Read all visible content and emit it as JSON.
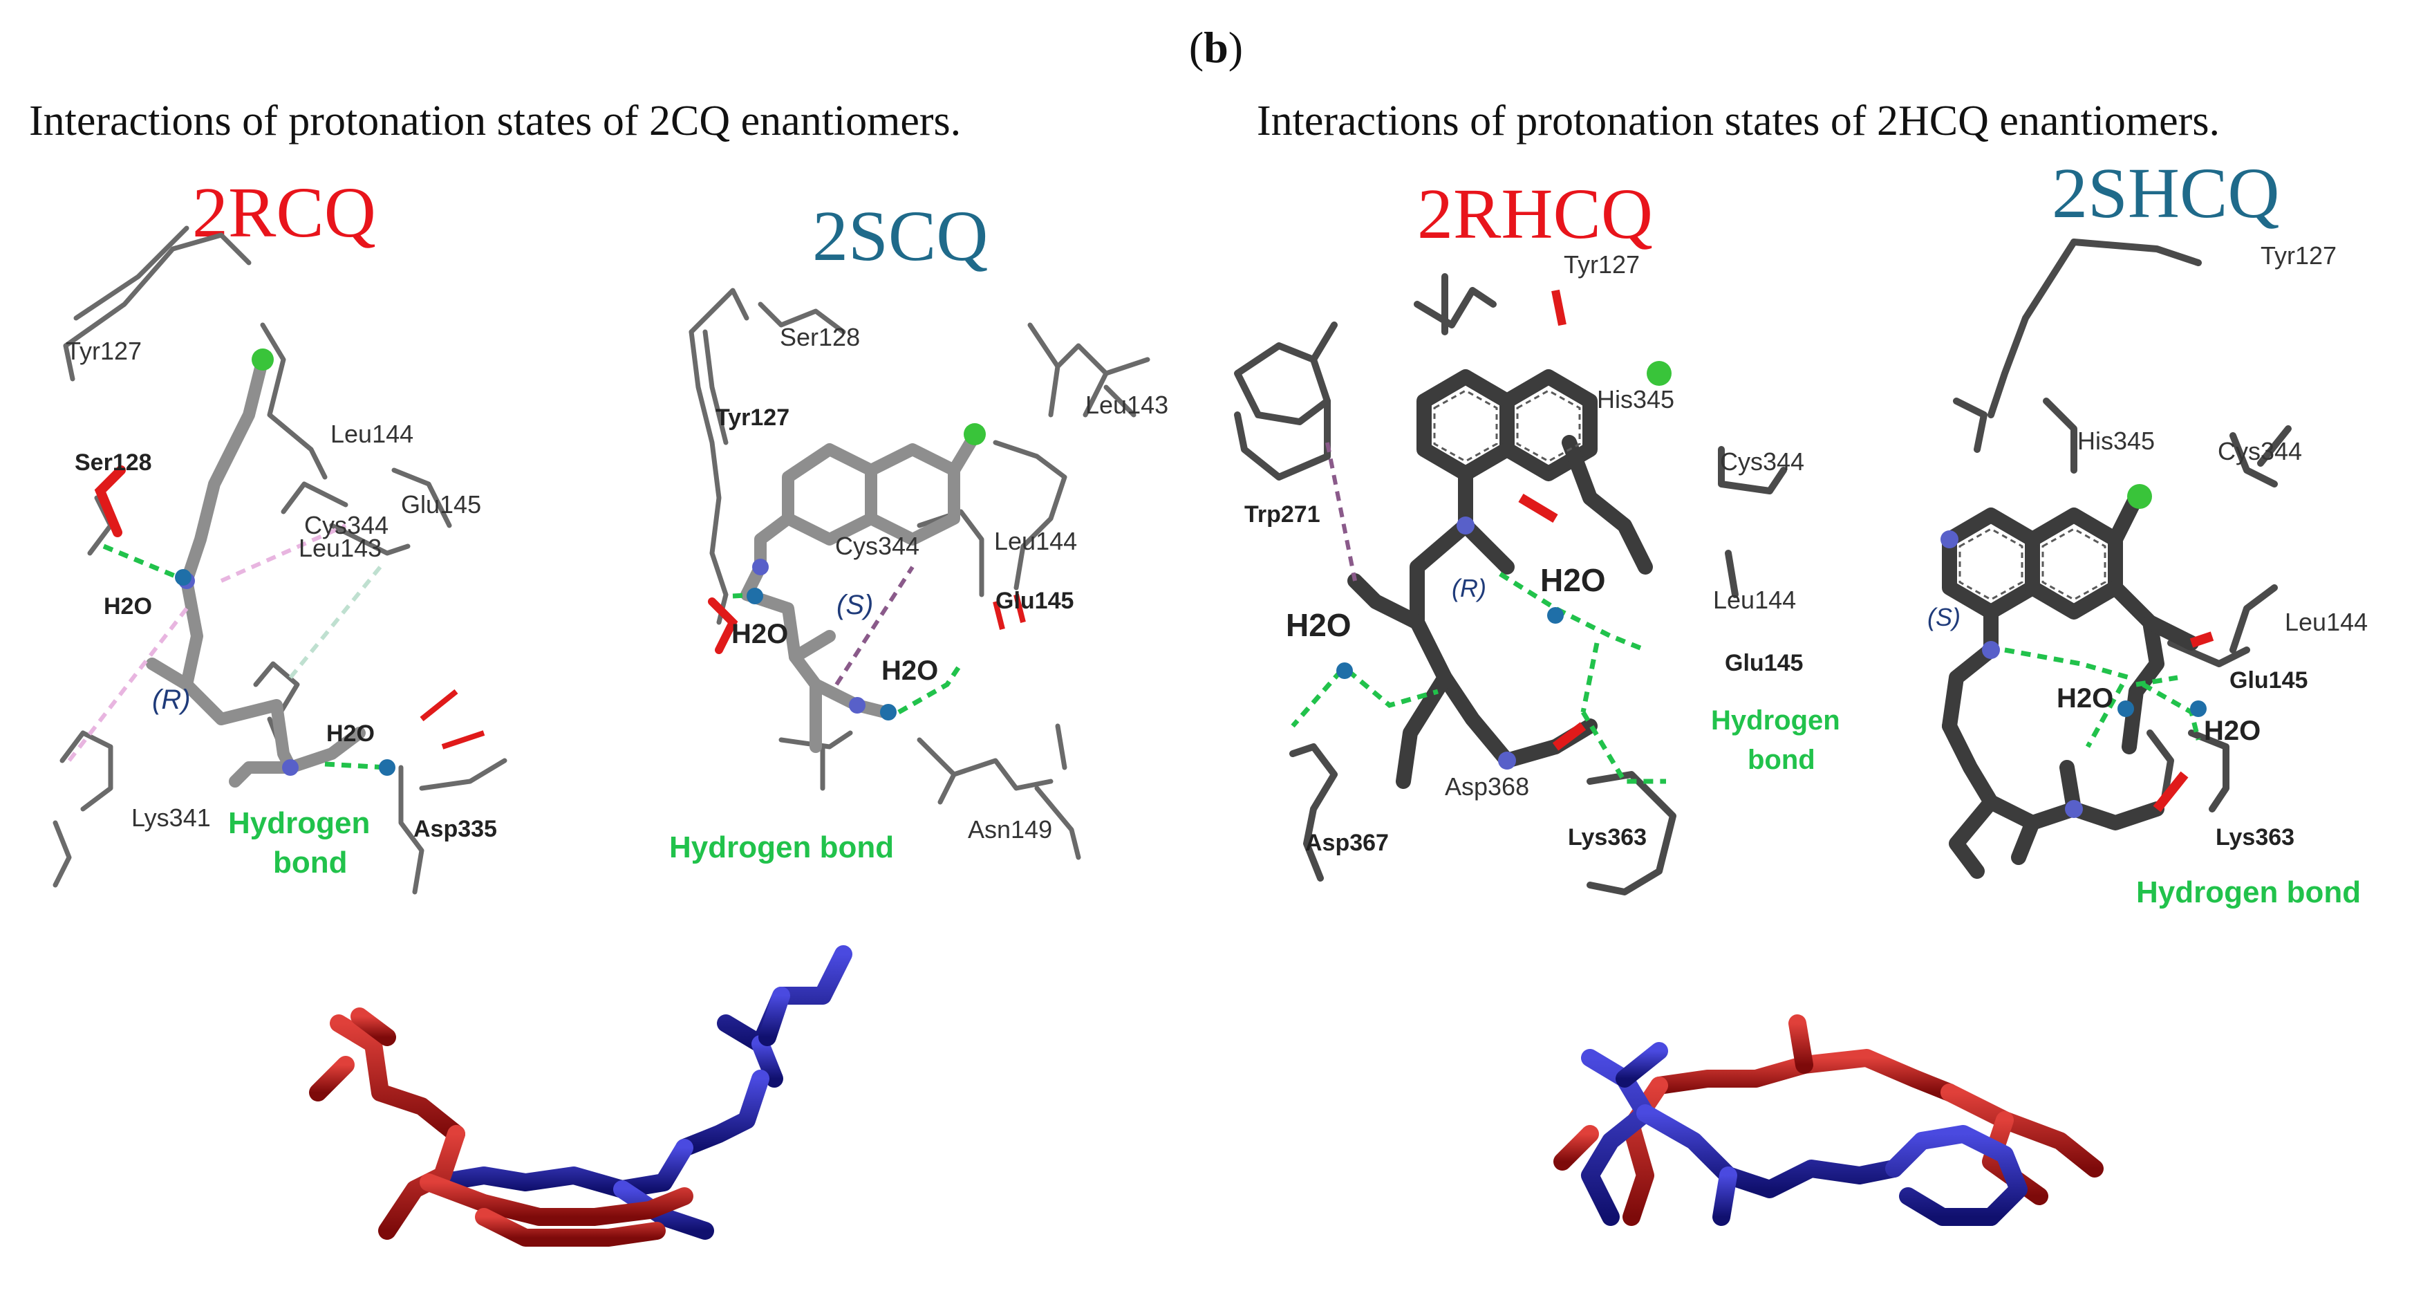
{
  "figure": {
    "panel_open": "(",
    "panel_letter": "b",
    "panel_close": ")"
  },
  "sections": [
    {
      "title": "Interactions of protonation states of 2CQ enantiomers."
    },
    {
      "title": "Interactions of protonation states of 2HCQ enantiomers."
    }
  ],
  "molecules": [
    {
      "name": "2RCQ",
      "color": "#e8141b"
    },
    {
      "name": "2SCQ",
      "color": "#1f6a8a"
    },
    {
      "name": "2RHCQ",
      "color": "#e8141b"
    },
    {
      "name": "2SHCQ",
      "color": "#1f6a8a"
    }
  ],
  "panel_2rcq": {
    "residues": [
      "Tyr127",
      "Leu144",
      "Cys344",
      "Glu145",
      "Leu143",
      "Lys341"
    ],
    "bold_residues": [
      "Ser128",
      "Asp335"
    ],
    "water_a": "H2O",
    "water_b": "H2O",
    "chirality": "(R)",
    "hbond_line1": "Hydrogen",
    "hbond_line2": "bond"
  },
  "panel_2scq": {
    "residues": [
      "Ser128",
      "Leu143",
      "Cys344",
      "Leu144",
      "Asn149"
    ],
    "bold_residues": [
      "Tyr127",
      "Glu145"
    ],
    "water_a": "H2O",
    "water_b": "H2O",
    "chirality": "(S)",
    "hbond": "Hydrogen bond"
  },
  "panel_2rhcq": {
    "residues": [
      "Tyr127",
      "His345",
      "Cys344",
      "Leu144",
      "Asp368"
    ],
    "bold_residues": [
      "Trp271",
      "Glu145",
      "Asp367",
      "Lys363"
    ],
    "water_a": "H2O",
    "water_b": "H2O",
    "chirality": "(R)",
    "hbond_line1": "Hydrogen",
    "hbond_line2": "bond"
  },
  "panel_2shcq": {
    "residues": [
      "Tyr127",
      "His345",
      "Cys344",
      "Leu144"
    ],
    "bold_residues": [
      "Glu145",
      "Lys363"
    ],
    "water_a": "H2O",
    "water_b": "H2O",
    "chirality": "(S)",
    "hbond": "Hydrogen bond"
  },
  "colors": {
    "r_enantiomer": "#c0151b",
    "s_enantiomer": "#1c1ca8",
    "hydrogen_bond": "#21c24b",
    "water": "#1f6fa8",
    "chlorine": "#39c43a",
    "nitrogen": "#4a4fc9",
    "oxygen": "#e01a1a",
    "sulfur": "#d8a028",
    "carbon": "#5a5a5a"
  }
}
